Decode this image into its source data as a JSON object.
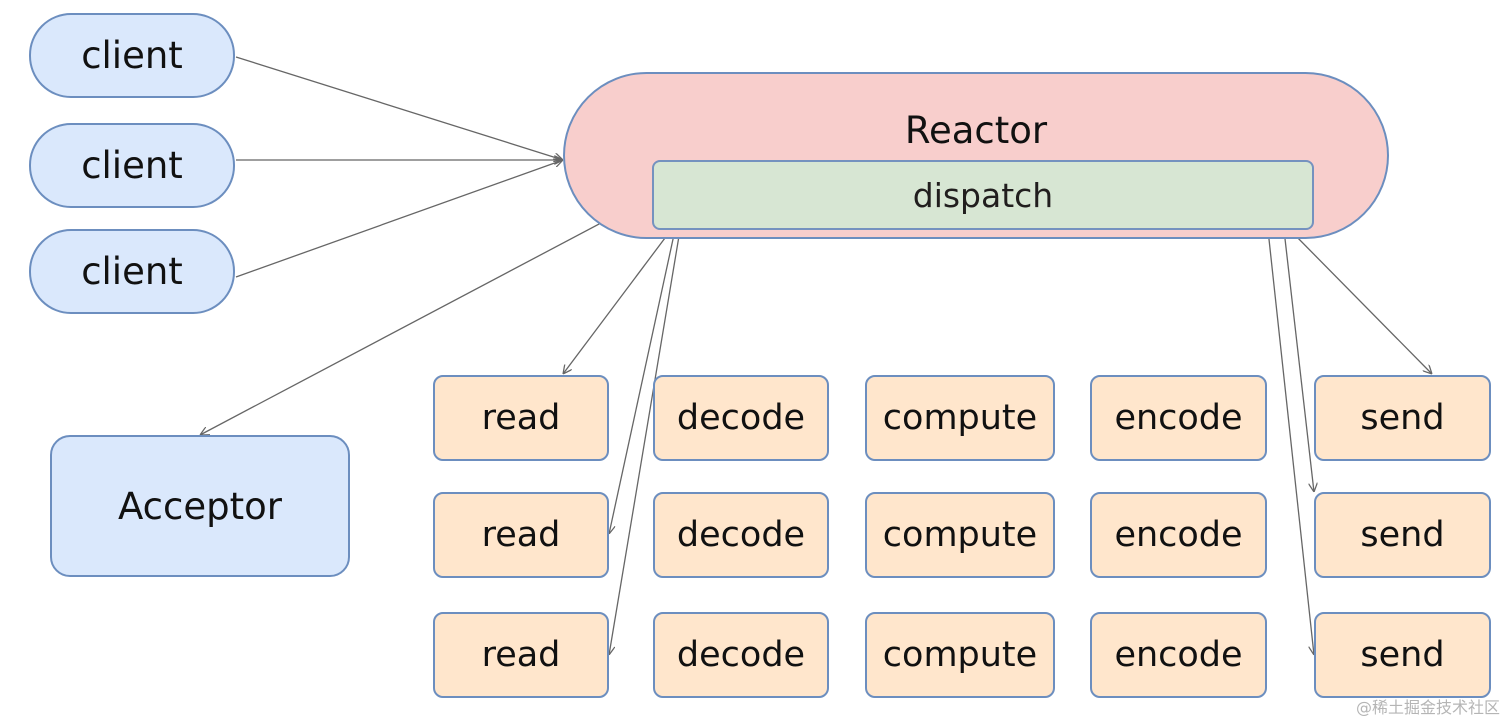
{
  "diagram": {
    "clients": [
      "client",
      "client",
      "client"
    ],
    "acceptor": "Acceptor",
    "reactor": "Reactor",
    "dispatch": "dispatch",
    "workers": [
      [
        "read",
        "decode",
        "compute",
        "encode",
        "send"
      ],
      [
        "read",
        "decode",
        "compute",
        "encode",
        "send"
      ],
      [
        "read",
        "decode",
        "compute",
        "encode",
        "send"
      ]
    ]
  },
  "colors": {
    "client_fill": "#dae8fc",
    "reactor_fill": "#f8cecc",
    "dispatch_fill": "#d5e8d4",
    "worker_fill": "#ffe6cc",
    "border": "#6c8ebf",
    "arrow": "#666666"
  },
  "watermark": "@稀土掘金技术社区"
}
